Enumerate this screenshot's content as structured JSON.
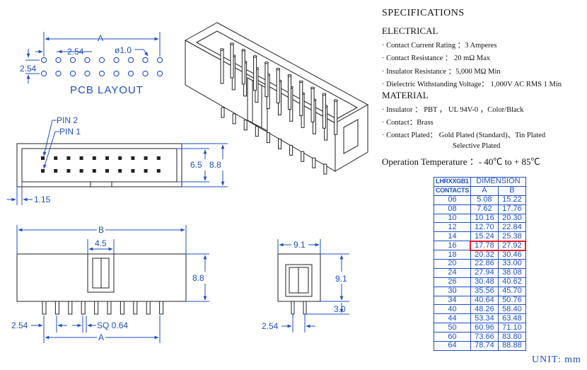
{
  "pcb_layout": {
    "title": "PCB LAYOUT",
    "dim_a": "A",
    "pitch": "2.54",
    "row_pitch": "2.54",
    "hole": "ø1.0"
  },
  "top_view": {
    "pin2": "PIN 2",
    "pin1": "PIN 1",
    "inner_h": "6.5",
    "outer_h": "8.8",
    "offset": "1.15"
  },
  "front_view": {
    "dim_b": "B",
    "key_w": "4.5",
    "height": "8.8",
    "pitch": "2.54",
    "pin_sq": "SQ 0.64",
    "dim_a": "A"
  },
  "side_view": {
    "width": "9.1",
    "height": "9.1",
    "tail": "3.0",
    "pitch": "2.54"
  },
  "specifications": {
    "title": "SPECIFICATIONS",
    "electrical_head": "ELECTRICAL",
    "electrical": [
      "· Contact Current Rating ：3 Amperes",
      "· Contact Resistance ： 20 mΩ Max",
      "· Insulator Resistance ：5,000 MΩ Min",
      "· Dielectric Withstanding Voltage： 1,000V AC RMS 1 Min"
    ],
    "material_head": "MATERIAL",
    "material": [
      "· Insulator ： PBT ，  UL 94V-0 ，Color/Black",
      "· Contact：Brass",
      "· Contact  Plated： Gold Plated (Standard)、Tin Plated"
    ],
    "material_cont": "Selective Plated",
    "operation": "Operation Temperature  ：- 40℃ to + 85℃"
  },
  "dimension_table": {
    "part": "LHRXXGB1",
    "dimension": "DIMENSION",
    "contacts": "CONTACTS",
    "col_a": "A",
    "col_b": "B",
    "rows": [
      [
        "06",
        "5.08",
        "15.22"
      ],
      [
        "08",
        "7.62",
        "17.76"
      ],
      [
        "10",
        "10.16",
        "20.30"
      ],
      [
        "12",
        "12.70",
        "22.84"
      ],
      [
        "14",
        "15.24",
        "25.38"
      ],
      [
        "16",
        "17.78",
        "27.92"
      ],
      [
        "18",
        "20.32",
        "30.46"
      ],
      [
        "20",
        "22.86",
        "33.00"
      ],
      [
        "24",
        "27.94",
        "38.08"
      ],
      [
        "26",
        "30.48",
        "40.62"
      ],
      [
        "30",
        "35.56",
        "45.70"
      ],
      [
        "34",
        "40.64",
        "50.76"
      ],
      [
        "40",
        "48.26",
        "58.40"
      ],
      [
        "44",
        "53.34",
        "63.48"
      ],
      [
        "50",
        "60.96",
        "71.10"
      ],
      [
        "60",
        "73.66",
        "83.80"
      ],
      [
        "64",
        "78.74",
        "88.88"
      ]
    ],
    "highlight_row": 5
  },
  "unit": "UNIT: mm",
  "colors": {
    "dimension": "#1e4fc2",
    "outline": "#222222",
    "highlight": "#e0202a"
  }
}
